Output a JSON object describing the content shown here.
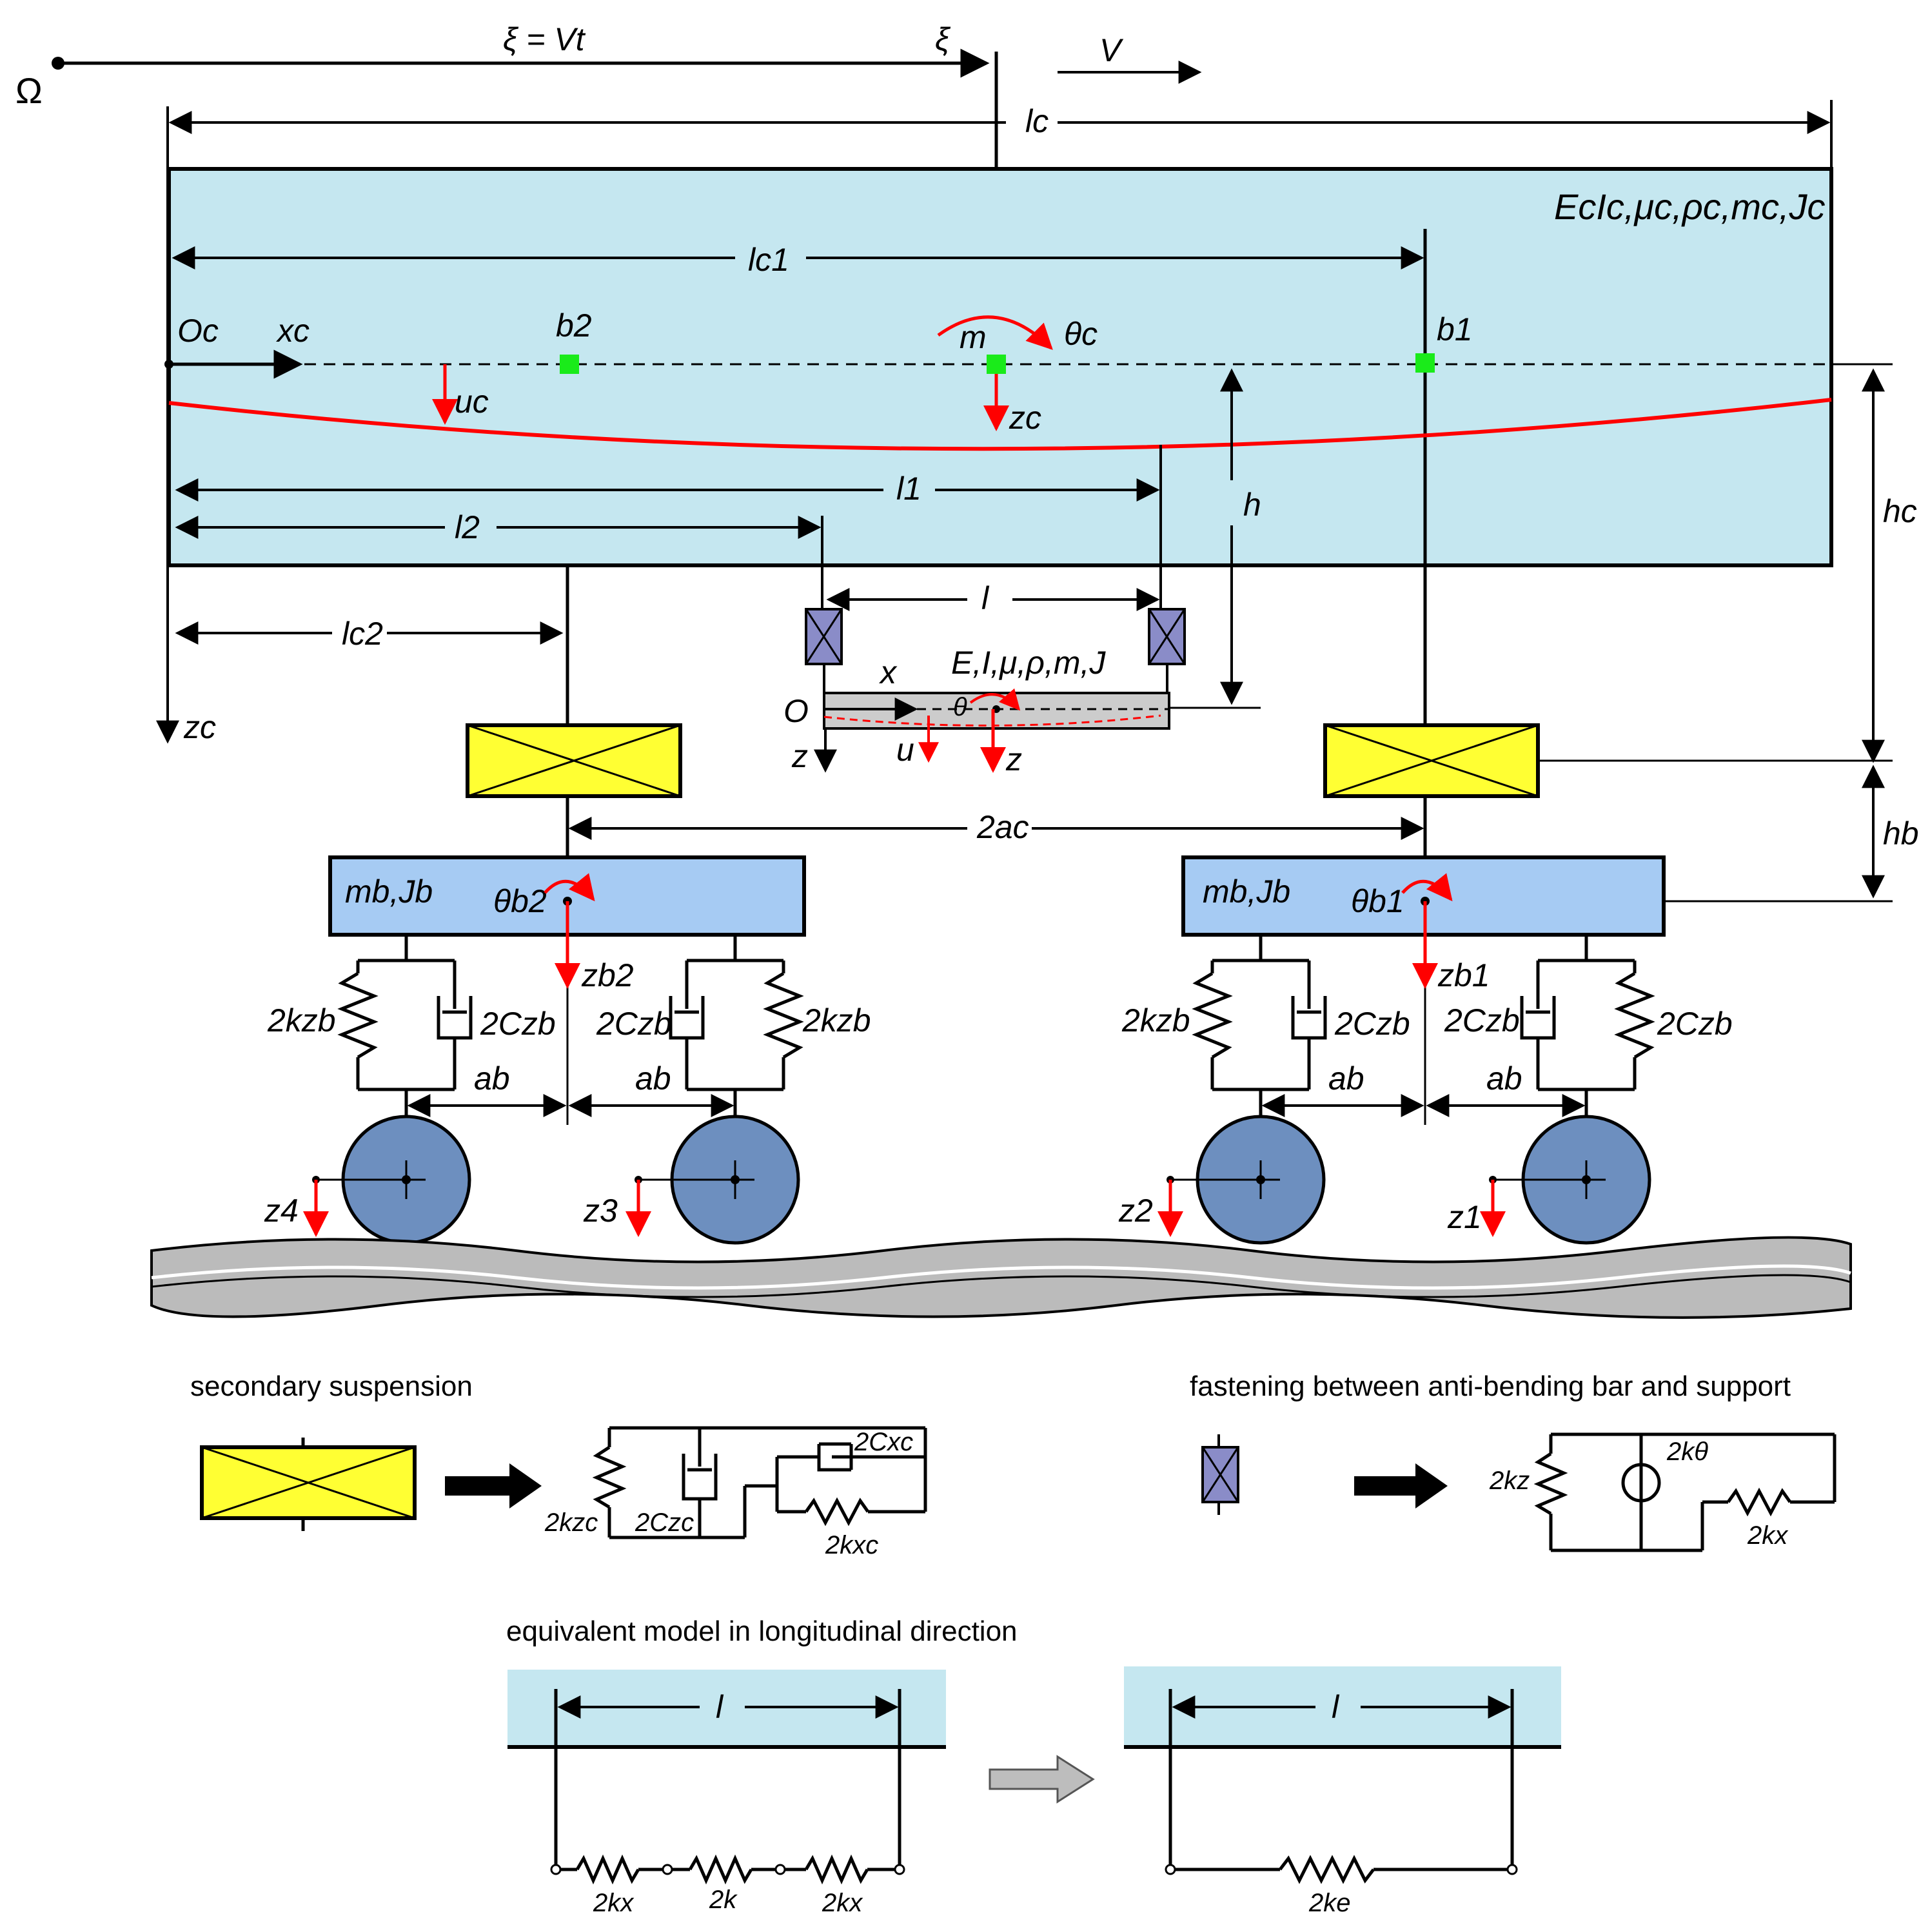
{
  "colors": {
    "car_body": "#c5e7f0",
    "bogie": "#a6cbf3",
    "wheel": "#6d8fbf",
    "yellow_spring": "#ffff33",
    "fastener": "#8a8cc8",
    "marker": "#1aeb1a",
    "red": "#ff0000",
    "rail": "#bbbbbb",
    "bar": "#cccccc"
  },
  "labels": {
    "omega": "Ω",
    "xi_eq": "ξ = Vt",
    "xi": "ξ",
    "v": "V",
    "lc": "lc",
    "car_props": "EcIc,μc,ρc,mc,Jc",
    "lc1": "lc1",
    "oc": "Oc",
    "xc": "xc",
    "b2": "b2",
    "m": "m",
    "theta_c": "θc",
    "b1": "b1",
    "uc": "uc",
    "zc_mid": "zc",
    "l1": "l1",
    "h": "h",
    "l2": "l2",
    "hc": "hc",
    "lc2": "lc2",
    "l": "l",
    "bar_props": "E,I,μ,ρ,m,J",
    "x": "x",
    "o": "O",
    "theta": "θ",
    "zc_left": "zc",
    "z_left": "z",
    "u": "u",
    "z_mid": "z",
    "two_ac": "2ac",
    "hb": "hb",
    "mbjb_left": "mb,Jb",
    "theta_b2": "θb2",
    "mbjb_right": "mb,Jb",
    "theta_b1": "θb1",
    "zb2": "zb2",
    "zb1": "zb1",
    "k_zb_1": "2kzb",
    "c_zb_1": "2Czb",
    "c_zb_2": "2Czb",
    "k_zb_2": "2kzb",
    "k_zb_3": "2kzb",
    "c_zb_3": "2Czb",
    "c_zb_4": "2Czb",
    "c_zb_5": "2Czb",
    "ab_1": "ab",
    "ab_2": "ab",
    "ab_3": "ab",
    "ab_4": "ab",
    "z4": "z4",
    "z3": "z3",
    "z2": "z2",
    "z1": "z1",
    "secondary_suspension": "secondary suspension",
    "fastening": "fastening between anti-bending bar and support",
    "k_zc": "2kzc",
    "c_zc": "2Czc",
    "c_xc": "2Cxc",
    "k_xc": "2kxc",
    "k_z": "2kz",
    "k_theta": "2kθ",
    "k_x_fast": "2kx",
    "equivalent_model": "equivalent model in longitudinal direction",
    "l_eq_left": "l",
    "l_eq_right": "l",
    "kx_a": "2kx",
    "k_mid": "2k",
    "kx_b": "2kx",
    "ke": "2ke"
  }
}
